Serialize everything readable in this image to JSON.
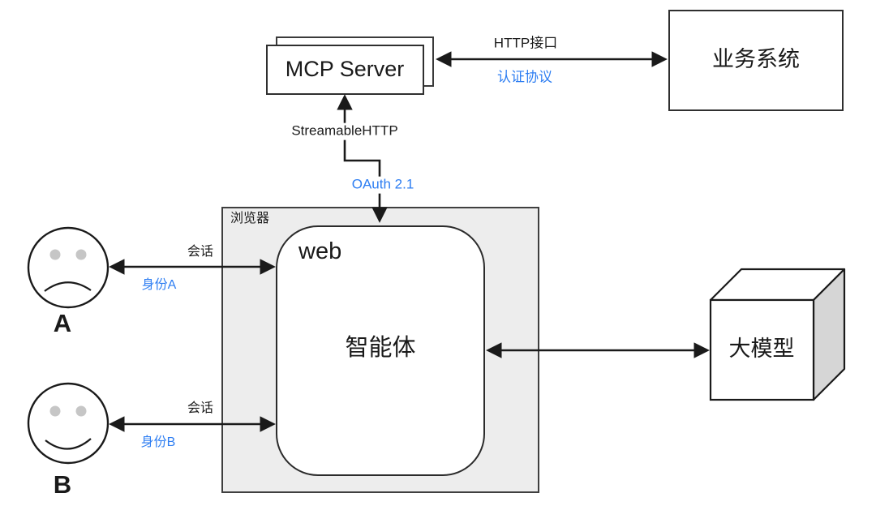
{
  "diagram": {
    "colors": {
      "accent_blue": "#2e7ef2",
      "line_black": "#1a1a1a",
      "browser_fill": "#ededed",
      "cube_side_fill": "#d6d6d6",
      "eye_fill": "#c6c6c6"
    },
    "nodes": {
      "mcp_server": {
        "label": "MCP Server"
      },
      "business_system": {
        "label": "业务系统"
      },
      "browser": {
        "label": "浏览器"
      },
      "web": {
        "label": "web"
      },
      "agent": {
        "label": "智能体"
      },
      "llm": {
        "label": "大模型"
      },
      "user_a": {
        "label": "A"
      },
      "user_b": {
        "label": "B"
      }
    },
    "edges": {
      "mcp_business": {
        "protocol": "HTTP接口",
        "auth": "认证协议"
      },
      "mcp_browser": {
        "transport": "StreamableHTTP",
        "auth": "OAuth 2.1"
      },
      "user_a_browser": {
        "session": "会话",
        "identity": "身份A"
      },
      "user_b_browser": {
        "session": "会话",
        "identity": "身份B"
      }
    }
  }
}
